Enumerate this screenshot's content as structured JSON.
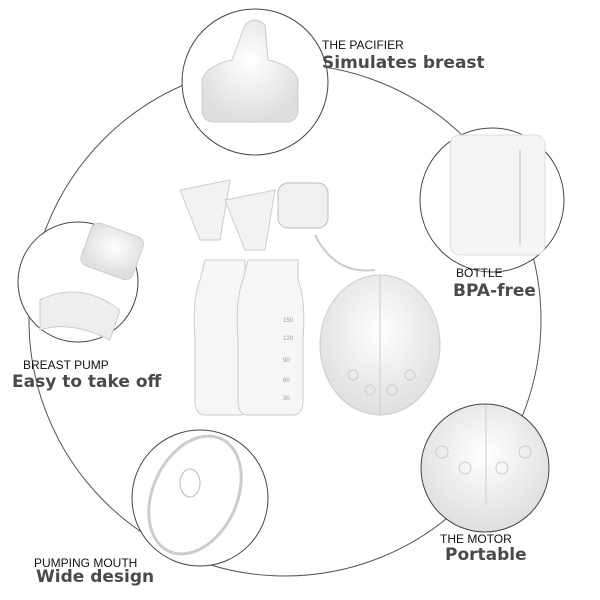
{
  "features": [
    {
      "title": "THE PACIFIER",
      "subtitle": "Simulates breast"
    },
    {
      "title": "BOTTLE",
      "subtitle": "BPA-free"
    },
    {
      "title": "BREAST PUMP",
      "subtitle": "Easy to take off"
    },
    {
      "title": "PUMPING MOUTH",
      "subtitle": "Wide design"
    },
    {
      "title": "THE MOTOR",
      "subtitle": "Portable"
    }
  ],
  "bottle_markings": [
    "150",
    "120",
    "90",
    "60",
    "30"
  ]
}
